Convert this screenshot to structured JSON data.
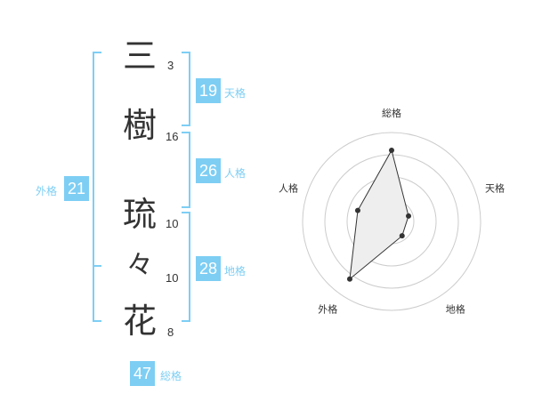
{
  "name": {
    "characters": [
      {
        "char": "三",
        "strokes": "3"
      },
      {
        "char": "樹",
        "strokes": "16"
      },
      {
        "char": "琉",
        "strokes": "10"
      },
      {
        "char": "々",
        "strokes": "10"
      },
      {
        "char": "花",
        "strokes": "8"
      }
    ]
  },
  "kaku": {
    "tenkaku": {
      "value": "19",
      "label": "天格"
    },
    "jinkaku": {
      "value": "26",
      "label": "人格"
    },
    "chikaku": {
      "value": "28",
      "label": "地格"
    },
    "gaikaku": {
      "value": "21",
      "label": "外格"
    },
    "soukaku": {
      "value": "47",
      "label": "総格"
    }
  },
  "colors": {
    "accent": "#7ecef4",
    "text": "#333333",
    "grid": "#cccccc",
    "fill": "#eeeeee"
  },
  "chart_data": {
    "type": "radar",
    "axes": [
      "総格",
      "天格",
      "地格",
      "外格",
      "人格"
    ],
    "values": [
      0.8,
      0.2,
      0.2,
      0.8,
      0.4
    ],
    "rings": 4,
    "max": 1
  }
}
